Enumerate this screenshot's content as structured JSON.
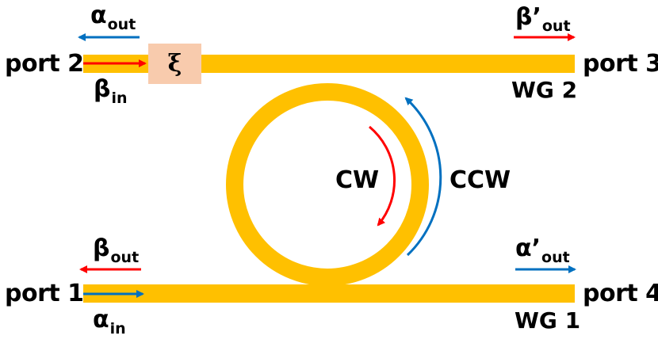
{
  "ports": {
    "port1": "port 1",
    "port2": "port 2",
    "port3": "port 3",
    "port4": "port 4"
  },
  "waveguides": {
    "wg1": "WG 1",
    "wg2": "WG 2"
  },
  "phase_element": {
    "symbol": "ξ",
    "color": "#f8cbad"
  },
  "ring": {
    "cw": "CW",
    "ccw": "CCW"
  },
  "signals": {
    "alpha_in": {
      "symbol": "α",
      "sub": "in"
    },
    "alpha_out": {
      "symbol": "α",
      "sub": "out"
    },
    "alpha_prime_out": {
      "symbol": "α’",
      "sub": "out"
    },
    "beta_in": {
      "symbol": "β",
      "sub": "in"
    },
    "beta_out": {
      "symbol": "β",
      "sub": "out"
    },
    "beta_prime_out": {
      "symbol": "β’",
      "sub": "out"
    }
  },
  "colors": {
    "waveguide": "#ffc000",
    "alpha_arrow": "#0070c0",
    "beta_arrow": "#ff0000"
  }
}
